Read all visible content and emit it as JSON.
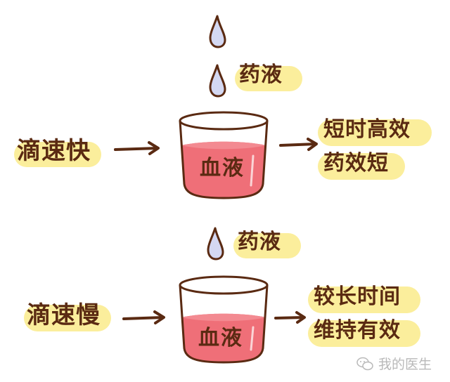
{
  "colors": {
    "outline": "#5a2a12",
    "text": "#5a2a12",
    "highlight": "#fbee9c",
    "blood": "#ef6f78",
    "blood_top": "#f38a91",
    "drop_fill": "#d4d8f2",
    "watermark": "#b9b9b9"
  },
  "top": {
    "drug_label": "药液",
    "input_label": "滴速快",
    "cup_label": "血液",
    "result_lines": [
      "短时高效",
      "药效短"
    ]
  },
  "bottom": {
    "drug_label": "药液",
    "input_label": "滴速慢",
    "cup_label": "血液",
    "result_lines": [
      "较长时间",
      "维持有效"
    ]
  },
  "watermark": {
    "icon": "wechat-icon",
    "text": "我的医生"
  }
}
